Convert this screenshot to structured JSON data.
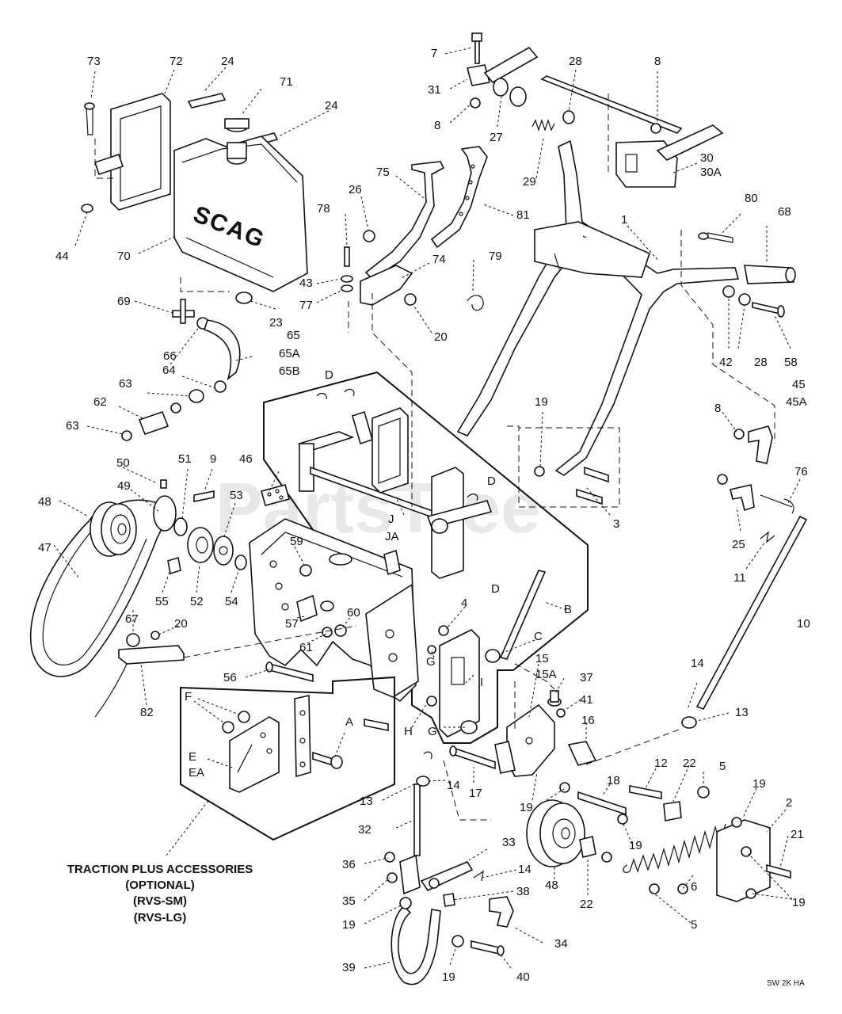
{
  "watermark": "PartsTree",
  "brand_on_tank": "SCAG",
  "drawing_ref": "SW 2K HA",
  "caption": {
    "line1": "TRACTION PLUS ACCESSORIES",
    "line2": "(OPTIONAL)",
    "line3": "(RVS-SM)",
    "line4": "(RVS-LG)"
  },
  "callouts": {
    "c73": "73",
    "c72": "72",
    "c24a": "24",
    "c71": "71",
    "c24b": "24",
    "c44": "44",
    "c70": "70",
    "c7": "7",
    "c31": "31",
    "c8a": "8",
    "c27": "27",
    "c28a": "28",
    "c8b": "8",
    "c29": "29",
    "c30": "30",
    "c30A": "30A",
    "c26": "26",
    "c75": "75",
    "c81": "81",
    "c78": "78",
    "c74": "74",
    "c43": "43",
    "c77": "77",
    "c20a": "20",
    "c79": "79",
    "c23": "23",
    "c69": "69",
    "c65": "65",
    "c65A": "65A",
    "c65B": "65B",
    "c66": "66",
    "c64": "64",
    "c63a": "63",
    "c62": "62",
    "c63b": "63",
    "c80": "80",
    "c68": "68",
    "c1": "1",
    "c42": "42",
    "c28b": "28",
    "c58": "58",
    "c45": "45",
    "c45A": "45A",
    "c8c": "8",
    "c19a": "19",
    "c76": "76",
    "c3": "3",
    "c25": "25",
    "c11": "11",
    "c10": "10",
    "cDa": "D",
    "cDb": "D",
    "cDc": "D",
    "c50": "50",
    "c51": "51",
    "c9": "9",
    "c46": "46",
    "c48a": "48",
    "c49": "49",
    "c53": "53",
    "c47": "47",
    "c59": "59",
    "cJ": "J",
    "cJA": "JA",
    "c55": "55",
    "c52": "52",
    "c54": "54",
    "cB": "B",
    "c4": "4",
    "c67": "67",
    "c20b": "20",
    "c60": "60",
    "c57": "57",
    "c61": "61",
    "cC": "C",
    "cG1": "G",
    "cI": "I",
    "c15": "15",
    "c15A": "15A",
    "c37": "37",
    "c41": "41",
    "c56": "56",
    "c82": "82",
    "c14a": "14",
    "c13a": "13",
    "cF": "F",
    "cA": "A",
    "cH": "H",
    "cG2": "G",
    "c16": "16",
    "cE": "E",
    "cEA": "EA",
    "c14b": "14",
    "c17": "17",
    "c13b": "13",
    "c19b": "19",
    "c12": "12",
    "c22a": "22",
    "c5a": "5",
    "c19c": "19",
    "c2": "2",
    "c18": "18",
    "c32": "32",
    "c19d": "19",
    "c21": "21",
    "c33": "33",
    "c36": "36",
    "c14c": "14",
    "c35": "35",
    "c38": "38",
    "c48b": "48",
    "c22b": "22",
    "c6": "6",
    "c19e": "19",
    "c19f": "19",
    "c5b": "5",
    "c34": "34",
    "c39": "39",
    "c19g": "19",
    "c40": "40"
  }
}
